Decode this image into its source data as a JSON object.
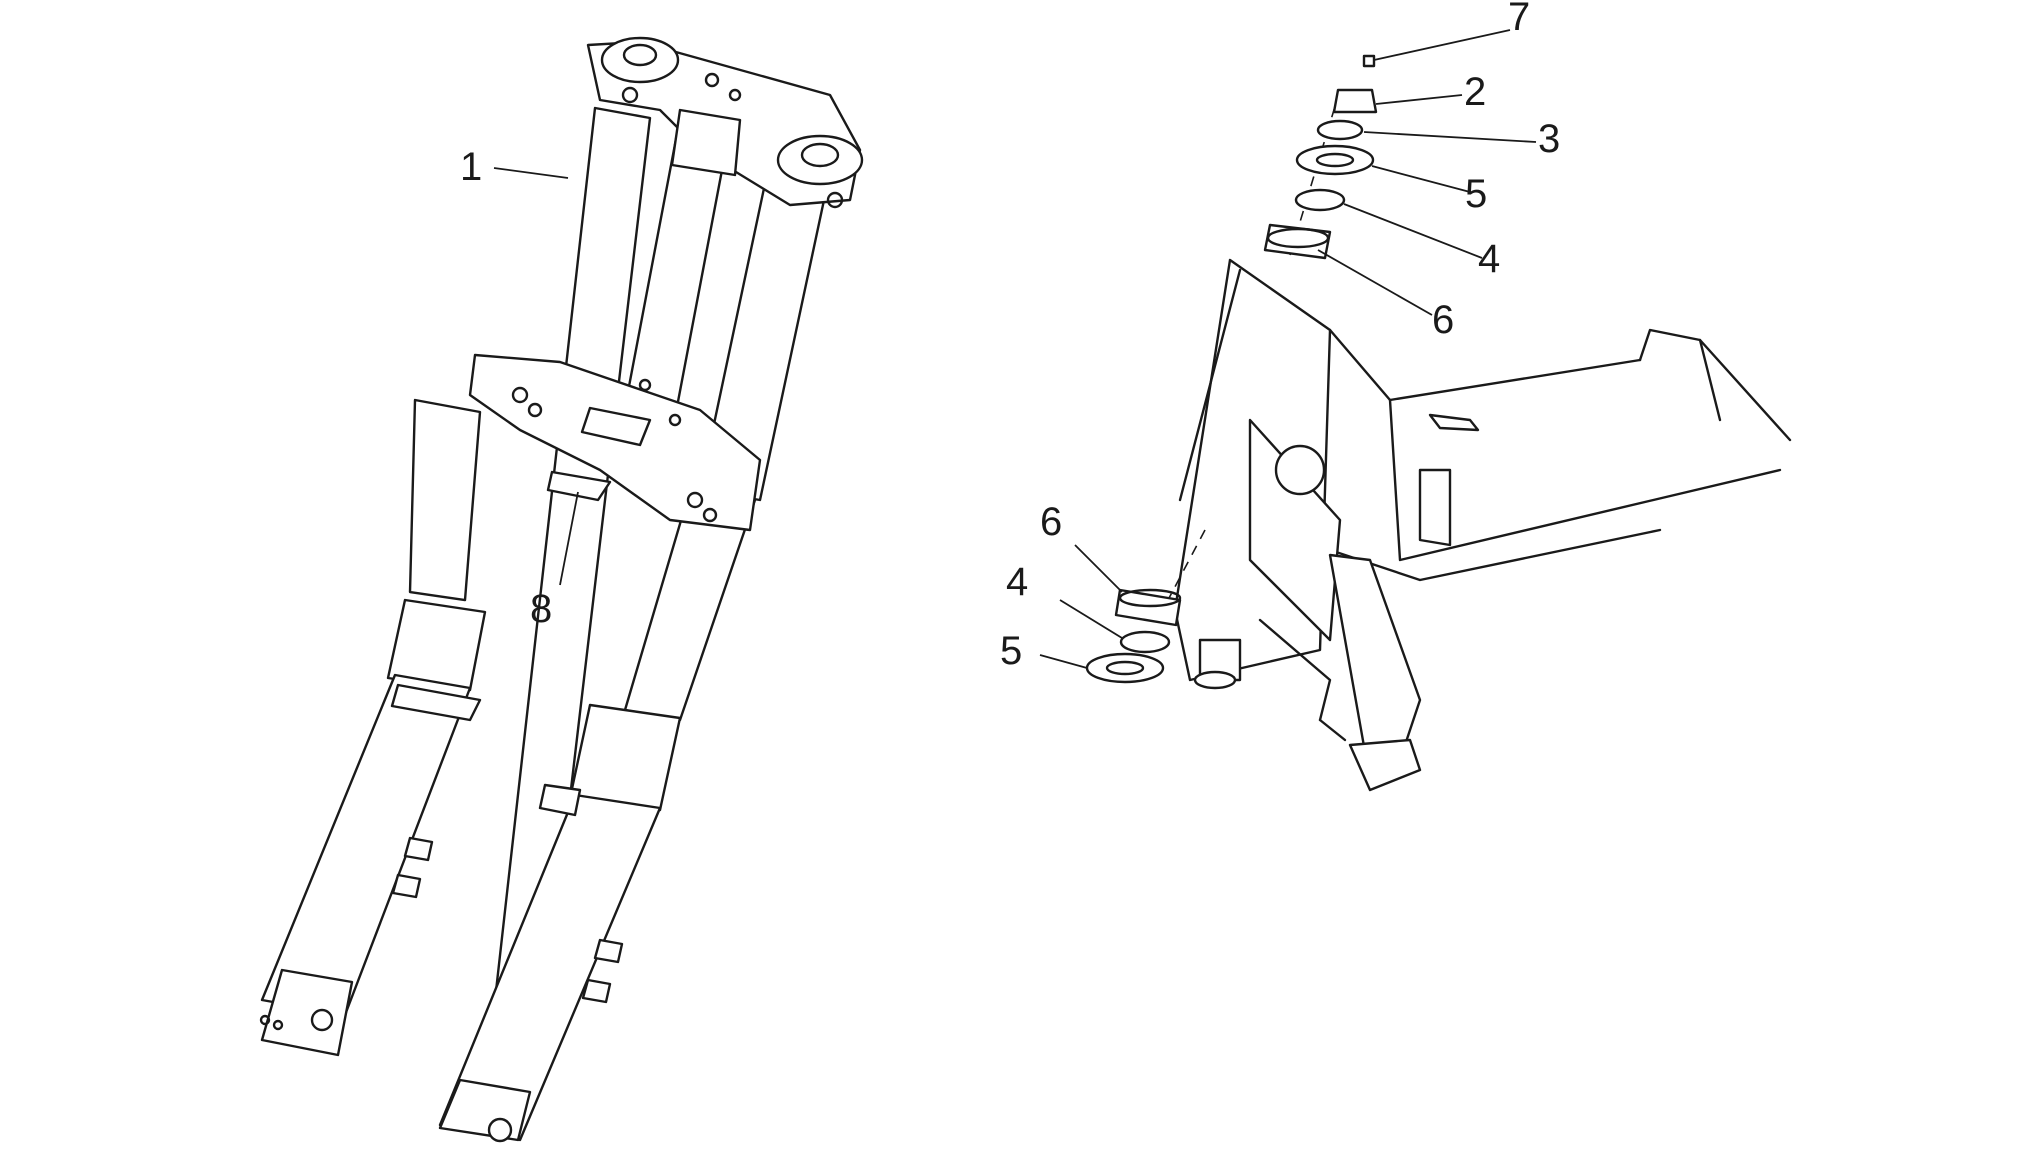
{
  "callouts": {
    "c1": "1",
    "c2": "2",
    "c3": "3",
    "c4_upper": "4",
    "c4_lower": "4",
    "c5_upper": "5",
    "c5_lower": "5",
    "c6_upper": "6",
    "c6_lower": "6",
    "c7": "7",
    "c8": "8"
  }
}
